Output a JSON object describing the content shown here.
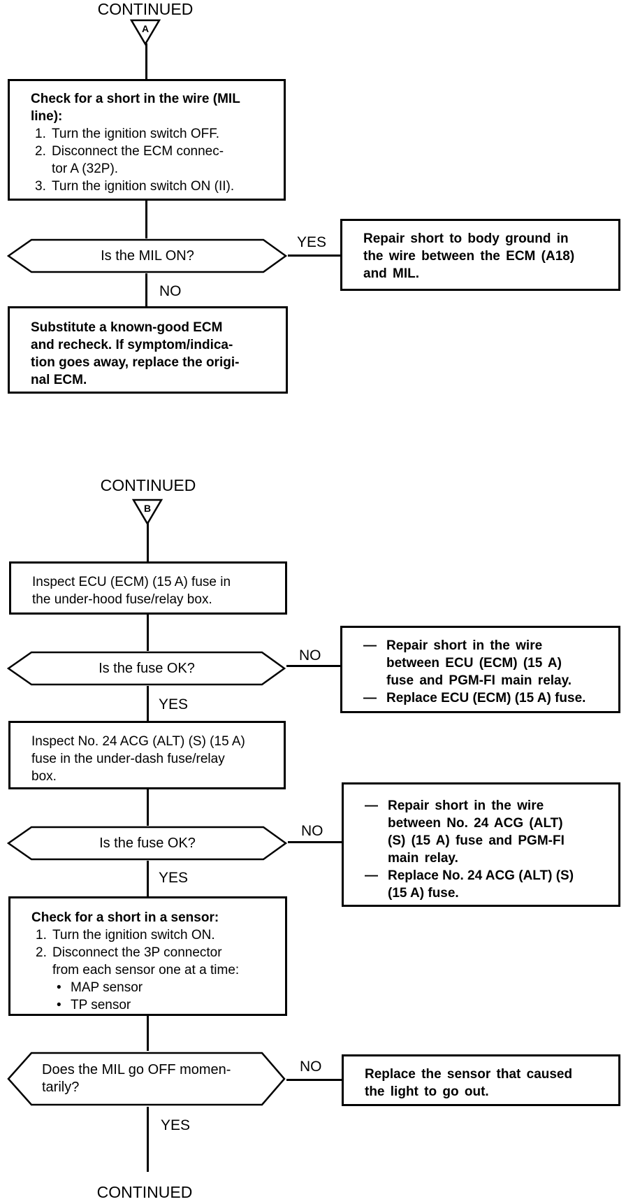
{
  "labels": {
    "yes": "YES",
    "no": "NO"
  },
  "colors": {
    "ink": "#000000",
    "paper": "#ffffff"
  },
  "section_a": {
    "continued": "CONTINUED",
    "connector": "A",
    "check_box": {
      "heading": "Check for a short in the wire (MIL\nline):",
      "items": [
        {
          "num": "1.",
          "text": "Turn the ignition switch OFF."
        },
        {
          "num": "2.",
          "text": "Disconnect the ECM connec-\ntor A (32P)."
        },
        {
          "num": "3.",
          "text": "Turn the ignition switch ON (II)."
        }
      ]
    },
    "decision": "Is the MIL ON?",
    "yes_box": "Repair short to body ground in\nthe wire between the ECM (A18)\nand MIL.",
    "no_box": "Substitute a known-good ECM\nand recheck. If symptom/indica-\ntion goes away, replace the origi-\nnal ECM."
  },
  "section_b": {
    "continued": "CONTINUED",
    "connector": "B",
    "inspect_ecu_box": "Inspect ECU (ECM) (15 A) fuse in\nthe under-hood fuse/relay box.",
    "fuse1_decision": "Is the fuse OK?",
    "fuse1_no_box": {
      "dash": "—",
      "item1": "Repair short in the wire\nbetween ECU (ECM) (15 A)\nfuse and PGM-FI main relay.",
      "item2": "Replace ECU (ECM) (15 A) fuse."
    },
    "inspect_acg_box": "Inspect No. 24 ACG (ALT) (S) (15 A)\nfuse in the under-dash fuse/relay\nbox.",
    "fuse2_decision": "Is the fuse OK?",
    "fuse2_no_box": {
      "dash": "—",
      "item1": "Repair short in the wire\nbetween No. 24 ACG (ALT)\n(S) (15 A) fuse and PGM-FI\nmain relay.",
      "item2": "Replace No. 24 ACG (ALT) (S)\n(15 A) fuse."
    },
    "sensor_box": {
      "heading": "Check for a short in a sensor:",
      "items": [
        {
          "num": "1.",
          "text": "Turn the ignition switch ON."
        },
        {
          "num": "2.",
          "text": "Disconnect the 3P connector\nfrom each sensor one at a time:"
        }
      ],
      "bullets": [
        {
          "marker": "•",
          "text": "MAP sensor"
        },
        {
          "marker": "•",
          "text": "TP sensor"
        }
      ]
    },
    "mil_decision": "Does the MIL go OFF momen-\ntarily?",
    "mil_no_box": "Replace the sensor that caused\nthe light to go out.",
    "continued_bottom": "CONTINUED"
  }
}
